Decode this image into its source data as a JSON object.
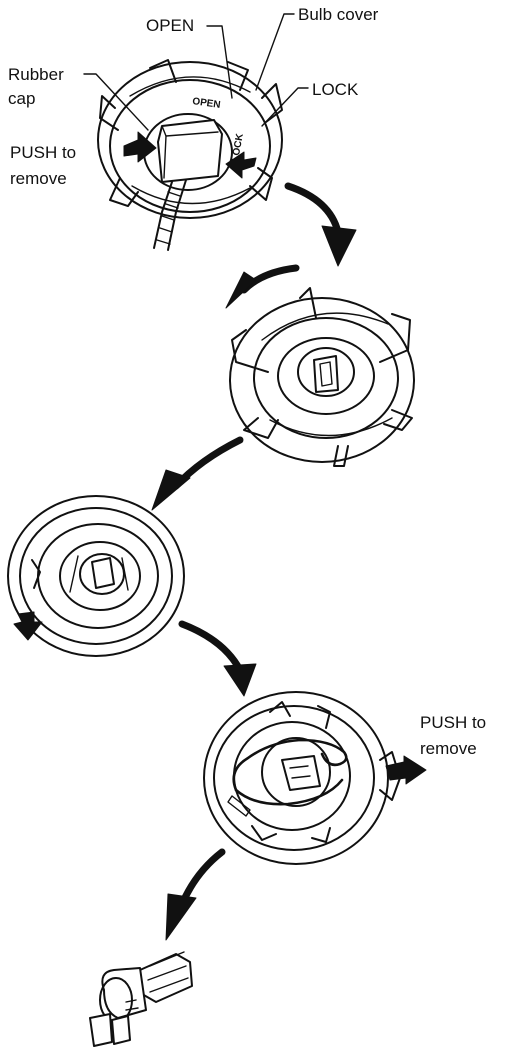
{
  "labels": {
    "open": "OPEN",
    "bulb_cover": "Bulb cover",
    "rubber_cap_line1": "Rubber",
    "rubber_cap_line2": "cap",
    "lock": "LOCK",
    "push_remove_1_line1": "PUSH to",
    "push_remove_1_line2": "remove",
    "push_remove_2_line1": "PUSH to",
    "push_remove_2_line2": "remove",
    "cap_open_mark": "OPEN",
    "cap_lock_mark": "LOCK"
  },
  "colors": {
    "ink": "#111111",
    "background": "#ffffff"
  }
}
